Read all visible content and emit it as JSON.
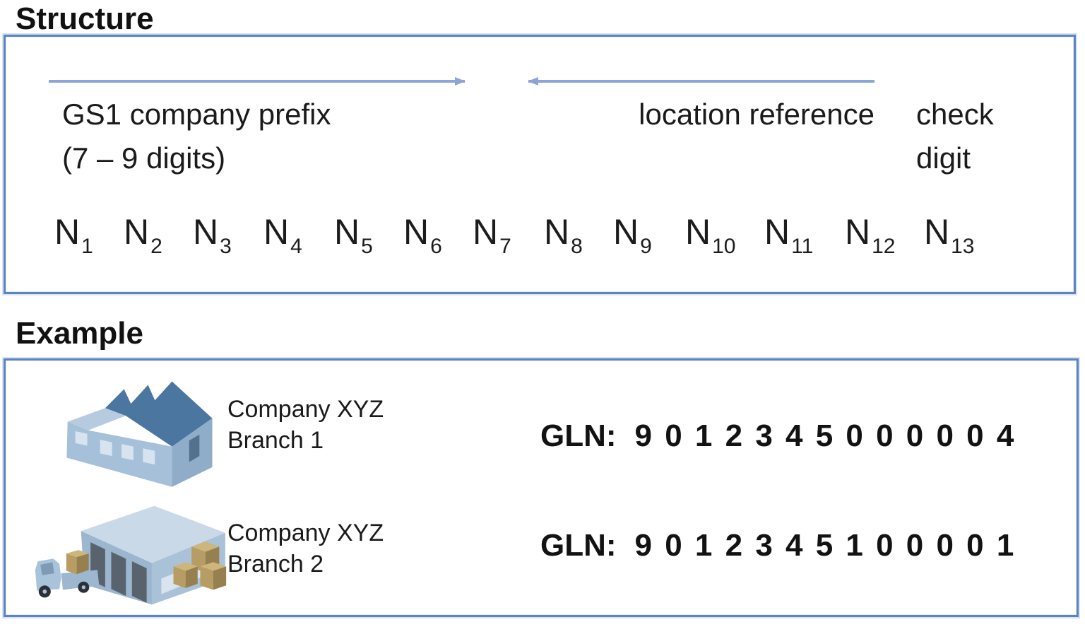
{
  "structure_section": {
    "title": "Structure",
    "company_prefix_line1": "GS1 company prefix",
    "company_prefix_line2": "(7 – 9 digits)",
    "location_reference_label": "location reference",
    "check_digit_line1": "check",
    "check_digit_line2": "digit",
    "positions": [
      {
        "n": "N",
        "sub": "1"
      },
      {
        "n": "N",
        "sub": "2"
      },
      {
        "n": "N",
        "sub": "3"
      },
      {
        "n": "N",
        "sub": "4"
      },
      {
        "n": "N",
        "sub": "5"
      },
      {
        "n": "N",
        "sub": "6"
      },
      {
        "n": "N",
        "sub": "7"
      },
      {
        "n": "N",
        "sub": "8"
      },
      {
        "n": "N",
        "sub": "9"
      },
      {
        "n": "N",
        "sub": "10"
      },
      {
        "n": "N",
        "sub": "11"
      },
      {
        "n": "N",
        "sub": "12"
      },
      {
        "n": "N",
        "sub": "13"
      }
    ]
  },
  "example_section": {
    "title": "Example",
    "rows": [
      {
        "icon": "factory-icon",
        "company_line1": "Company XYZ",
        "company_line2": "Branch 1",
        "gln_label": "GLN:",
        "gln_digits": "9 0 1 2 3 4 5 0 0 0 0 0 4"
      },
      {
        "icon": "warehouse-truck-icon",
        "company_line1": "Company XYZ",
        "company_line2": "Branch 2",
        "gln_label": "GLN:",
        "gln_digits": "9 0 1 2 3 4 5 1 0 0 0 0 1"
      }
    ]
  },
  "colors": {
    "frame_border_blue": "#5b83c5",
    "arrow_blue": "#8aa6d8",
    "roof_dark_blue": "#4a76a0",
    "wall_light_blue": "#a6c0d9",
    "wall_medium_blue": "#9cb6d0",
    "roof_light_blue": "#c9d9e8",
    "window_light": "#d7e3ef",
    "door_dark": "#59636e",
    "box_tan": "#b79c63",
    "text_color": "#1a1a1a"
  }
}
